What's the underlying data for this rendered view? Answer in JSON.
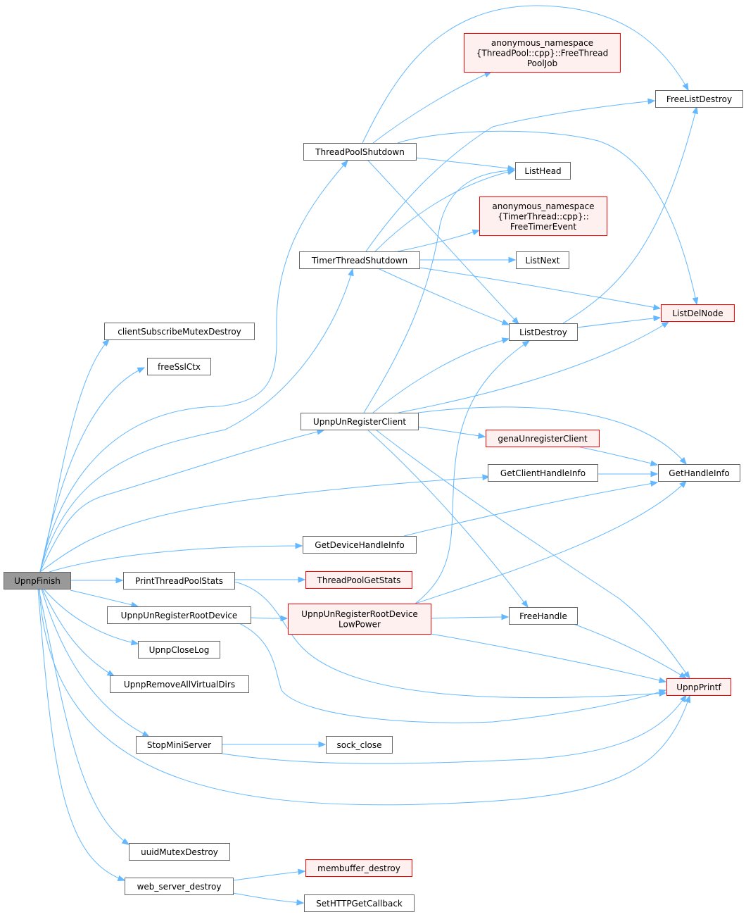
{
  "colors": {
    "edge": "#63b8ff",
    "normal_fill": "#ffffff",
    "normal_stroke": "#666666",
    "focus_fill": "#999999",
    "focus_stroke": "#666666",
    "missing_fill": "#fff0f0",
    "missing_stroke": "#ff0000",
    "text": "#000000"
  },
  "nodes": [
    {
      "id": "upnpfinish",
      "lines": [
        "UpnpFinish"
      ],
      "style": "focus"
    },
    {
      "id": "clientsubscribemutexdestroy",
      "lines": [
        "clientSubscribeMutexDestroy"
      ],
      "style": "normal"
    },
    {
      "id": "freesslctx",
      "lines": [
        "freeSslCtx"
      ],
      "style": "normal"
    },
    {
      "id": "threadpoolshutdown",
      "lines": [
        "ThreadPoolShutdown"
      ],
      "style": "normal"
    },
    {
      "id": "timerthreadshutdown",
      "lines": [
        "TimerThreadShutdown"
      ],
      "style": "normal"
    },
    {
      "id": "upnpunregisterclient",
      "lines": [
        "UpnpUnRegisterClient"
      ],
      "style": "normal"
    },
    {
      "id": "getclienthandleinfo",
      "lines": [
        "GetClientHandleInfo"
      ],
      "style": "normal"
    },
    {
      "id": "getdevicehandleinfo",
      "lines": [
        "GetDeviceHandleInfo"
      ],
      "style": "normal"
    },
    {
      "id": "printthreadpoolstats",
      "lines": [
        "PrintThreadPoolStats"
      ],
      "style": "normal"
    },
    {
      "id": "upnpunregisterrootdevice",
      "lines": [
        "UpnpUnRegisterRootDevice"
      ],
      "style": "normal"
    },
    {
      "id": "upnpcloselog",
      "lines": [
        "UpnpCloseLog"
      ],
      "style": "normal"
    },
    {
      "id": "upnpremoveallvirtualdirs",
      "lines": [
        "UpnpRemoveAllVirtualDirs"
      ],
      "style": "normal"
    },
    {
      "id": "stopminiserver",
      "lines": [
        "StopMiniServer"
      ],
      "style": "normal"
    },
    {
      "id": "uuidmutexdestroy",
      "lines": [
        "uuidMutexDestroy"
      ],
      "style": "normal"
    },
    {
      "id": "web_server_destroy",
      "lines": [
        "web_server_destroy"
      ],
      "style": "normal"
    },
    {
      "id": "freethreadpooljob",
      "lines": [
        "anonymous_namespace",
        "{ThreadPool::cpp}::FreeThread",
        "PoolJob"
      ],
      "style": "missing"
    },
    {
      "id": "freelistdestroy",
      "lines": [
        "FreeListDestroy"
      ],
      "style": "normal"
    },
    {
      "id": "listhead",
      "lines": [
        "ListHead"
      ],
      "style": "normal"
    },
    {
      "id": "freetimerevent",
      "lines": [
        "anonymous_namespace",
        "{TimerThread::cpp}::",
        "FreeTimerEvent"
      ],
      "style": "missing"
    },
    {
      "id": "listnext",
      "lines": [
        "ListNext"
      ],
      "style": "normal"
    },
    {
      "id": "listdelnode",
      "lines": [
        "ListDelNode"
      ],
      "style": "missing"
    },
    {
      "id": "listdestroy",
      "lines": [
        "ListDestroy"
      ],
      "style": "normal"
    },
    {
      "id": "genaunregisterclient",
      "lines": [
        "genaUnregisterClient"
      ],
      "style": "missing"
    },
    {
      "id": "gethandleinfo",
      "lines": [
        "GetHandleInfo"
      ],
      "style": "normal"
    },
    {
      "id": "threadpoolgetstats",
      "lines": [
        "ThreadPoolGetStats"
      ],
      "style": "missing"
    },
    {
      "id": "upnpunregisterrootdevicelowpower",
      "lines": [
        "UpnpUnRegisterRootDevice",
        "LowPower"
      ],
      "style": "missing"
    },
    {
      "id": "freehandle",
      "lines": [
        "FreeHandle"
      ],
      "style": "normal"
    },
    {
      "id": "upnpprintf",
      "lines": [
        "UpnpPrintf"
      ],
      "style": "missing"
    },
    {
      "id": "sock_close",
      "lines": [
        "sock_close"
      ],
      "style": "normal"
    },
    {
      "id": "membuffer_destroy",
      "lines": [
        "membuffer_destroy"
      ],
      "style": "missing"
    },
    {
      "id": "sethttpgetcallback",
      "lines": [
        "SetHTTPGetCallback"
      ],
      "style": "normal"
    }
  ],
  "edges": [
    {
      "from": "upnpfinish",
      "to": "clientsubscribemutexdestroy"
    },
    {
      "from": "upnpfinish",
      "to": "freesslctx"
    },
    {
      "from": "upnpfinish",
      "to": "threadpoolshutdown"
    },
    {
      "from": "upnpfinish",
      "to": "timerthreadshutdown"
    },
    {
      "from": "upnpfinish",
      "to": "upnpunregisterclient"
    },
    {
      "from": "upnpfinish",
      "to": "getclienthandleinfo"
    },
    {
      "from": "upnpfinish",
      "to": "getdevicehandleinfo"
    },
    {
      "from": "upnpfinish",
      "to": "printthreadpoolstats"
    },
    {
      "from": "upnpfinish",
      "to": "upnpunregisterrootdevice"
    },
    {
      "from": "upnpfinish",
      "to": "upnpcloselog"
    },
    {
      "from": "upnpfinish",
      "to": "upnpremoveallvirtualdirs"
    },
    {
      "from": "upnpfinish",
      "to": "stopminiserver"
    },
    {
      "from": "upnpfinish",
      "to": "upnpprintf"
    },
    {
      "from": "upnpfinish",
      "to": "uuidmutexdestroy"
    },
    {
      "from": "upnpfinish",
      "to": "web_server_destroy"
    },
    {
      "from": "threadpoolshutdown",
      "to": "freethreadpooljob"
    },
    {
      "from": "threadpoolshutdown",
      "to": "freelistdestroy"
    },
    {
      "from": "threadpoolshutdown",
      "to": "listhead"
    },
    {
      "from": "threadpoolshutdown",
      "to": "listdelnode"
    },
    {
      "from": "threadpoolshutdown",
      "to": "listdestroy"
    },
    {
      "from": "timerthreadshutdown",
      "to": "freelistdestroy"
    },
    {
      "from": "timerthreadshutdown",
      "to": "listhead"
    },
    {
      "from": "timerthreadshutdown",
      "to": "freetimerevent"
    },
    {
      "from": "timerthreadshutdown",
      "to": "listnext"
    },
    {
      "from": "timerthreadshutdown",
      "to": "listdelnode"
    },
    {
      "from": "timerthreadshutdown",
      "to": "listdestroy"
    },
    {
      "from": "upnpunregisterclient",
      "to": "listhead"
    },
    {
      "from": "upnpunregisterclient",
      "to": "listdestroy"
    },
    {
      "from": "upnpunregisterclient",
      "to": "listdelnode"
    },
    {
      "from": "upnpunregisterclient",
      "to": "gethandleinfo"
    },
    {
      "from": "upnpunregisterclient",
      "to": "genaunregisterclient"
    },
    {
      "from": "upnpunregisterclient",
      "to": "freehandle"
    },
    {
      "from": "upnpunregisterclient",
      "to": "upnpprintf"
    },
    {
      "from": "listdestroy",
      "to": "freelistdestroy"
    },
    {
      "from": "listdestroy",
      "to": "listdelnode"
    },
    {
      "from": "genaunregisterclient",
      "to": "gethandleinfo"
    },
    {
      "from": "getclienthandleinfo",
      "to": "gethandleinfo"
    },
    {
      "from": "getdevicehandleinfo",
      "to": "gethandleinfo"
    },
    {
      "from": "printthreadpoolstats",
      "to": "threadpoolgetstats"
    },
    {
      "from": "printthreadpoolstats",
      "to": "upnpprintf"
    },
    {
      "from": "upnpunregisterrootdevice",
      "to": "upnpunregisterrootdevicelowpower"
    },
    {
      "from": "upnpunregisterrootdevice",
      "to": "upnpprintf"
    },
    {
      "from": "upnpunregisterrootdevicelowpower",
      "to": "listdestroy"
    },
    {
      "from": "upnpunregisterrootdevicelowpower",
      "to": "gethandleinfo"
    },
    {
      "from": "upnpunregisterrootdevicelowpower",
      "to": "freehandle"
    },
    {
      "from": "upnpunregisterrootdevicelowpower",
      "to": "upnpprintf"
    },
    {
      "from": "freehandle",
      "to": "upnpprintf"
    },
    {
      "from": "stopminiserver",
      "to": "sock_close"
    },
    {
      "from": "stopminiserver",
      "to": "upnpprintf"
    },
    {
      "from": "web_server_destroy",
      "to": "membuffer_destroy"
    },
    {
      "from": "web_server_destroy",
      "to": "sethttpgetcallback"
    }
  ]
}
